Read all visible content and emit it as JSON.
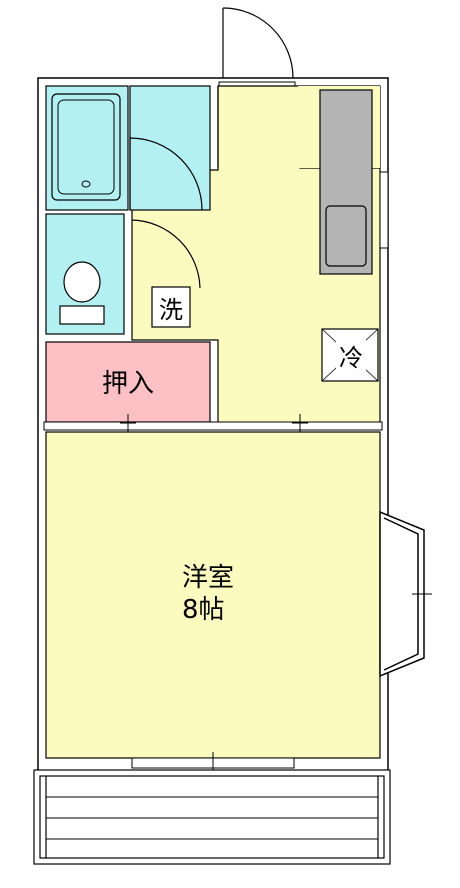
{
  "rooms": {
    "closet": {
      "label": "押入"
    },
    "western_room": {
      "label_line1": "洋室",
      "label_line2": "8帖"
    },
    "washer": {
      "label": "洗"
    },
    "fridge": {
      "label": "冷"
    }
  },
  "colors": {
    "wall": "#ffffff",
    "wall_line": "#000000",
    "bath": "#b3f0f2",
    "kitchen_floor": "#fbfbc0",
    "closet": "#fdc0c4",
    "counter": "#b4b4b4",
    "tile": "#d9d9d9"
  }
}
